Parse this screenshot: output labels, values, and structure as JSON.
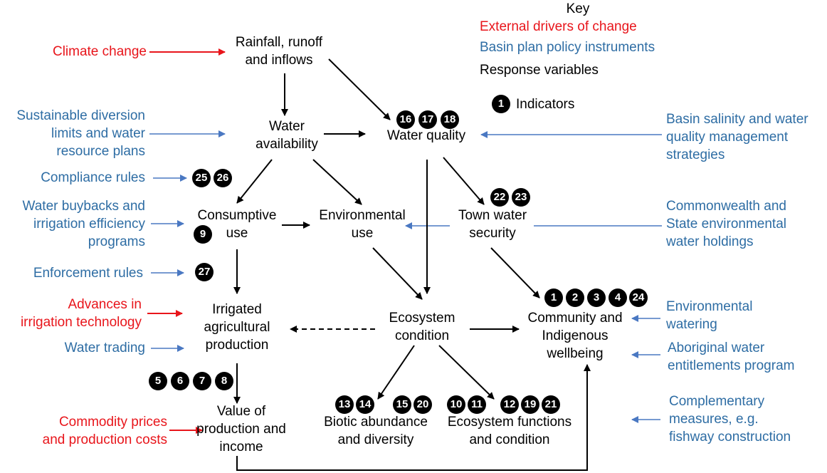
{
  "colors": {
    "external": "#e8151b",
    "policy": "#2e6da4",
    "response": "#000000",
    "policy_arrow": "#4a78c2"
  },
  "key": {
    "title": "Key",
    "external": "External drivers of change",
    "policy": "Basin plan policy instruments",
    "response": "Response variables",
    "indicator_badge": "1",
    "indicator_label": "Indicators"
  },
  "nodes": {
    "rainfall": [
      "Rainfall, runoff",
      "and inflows"
    ],
    "water_availability": [
      "Water",
      "availability"
    ],
    "water_quality": [
      "Water quality"
    ],
    "consumptive_use": [
      "Consumptive",
      "use"
    ],
    "environmental_use": [
      "Environmental",
      "use"
    ],
    "town_water_security": [
      "Town water",
      "security"
    ],
    "irrigated_production": [
      "Irrigated",
      "agricultural",
      "production"
    ],
    "ecosystem_condition": [
      "Ecosystem",
      "condition"
    ],
    "community_wellbeing": [
      "Community and",
      "Indigenous",
      "wellbeing"
    ],
    "value_of_production": [
      "Value of",
      "production and",
      "income"
    ],
    "biotic_abundance": [
      "Biotic abundance",
      "and diversity"
    ],
    "ecosystem_functions": [
      "Ecosystem functions",
      "and condition"
    ]
  },
  "drivers": {
    "climate_change": [
      "Climate change"
    ],
    "sustainable_diversion": [
      "Sustainable diversion",
      "limits and water",
      "resource plans"
    ],
    "compliance_rules": [
      "Compliance rules"
    ],
    "water_buybacks": [
      "Water buybacks and",
      "irrigation efficiency",
      "programs"
    ],
    "enforcement_rules": [
      "Enforcement rules"
    ],
    "advances_irrigation": [
      "Advances in",
      "irrigation technology"
    ],
    "water_trading": [
      "Water trading"
    ],
    "commodity_prices": [
      "Commodity prices",
      "and production costs"
    ],
    "basin_salinity": [
      "Basin salinity and water",
      "quality management",
      "strategies"
    ],
    "commonwealth_holdings": [
      "Commonwealth and",
      "State environmental",
      "water holdings"
    ],
    "environmental_watering": [
      "Environmental",
      "watering"
    ],
    "aboriginal_entitlements": [
      "Aboriginal water",
      "entitlements program"
    ],
    "complementary_measures": [
      "Complementary",
      "measures, e.g.",
      "fishway construction"
    ]
  },
  "indicators": {
    "water_quality": [
      "16",
      "17",
      "18"
    ],
    "compliance": [
      "25",
      "26"
    ],
    "consumptive": [
      "9"
    ],
    "enforcement": [
      "27"
    ],
    "town_water": [
      "22",
      "23"
    ],
    "community": [
      "1",
      "2",
      "3",
      "4",
      "24"
    ],
    "value_of_production": [
      "5",
      "6",
      "7",
      "8"
    ],
    "biotic": [
      "13",
      "14",
      "15",
      "20"
    ],
    "ecosystem_functions": [
      "10",
      "11",
      "12",
      "19",
      "21"
    ]
  }
}
